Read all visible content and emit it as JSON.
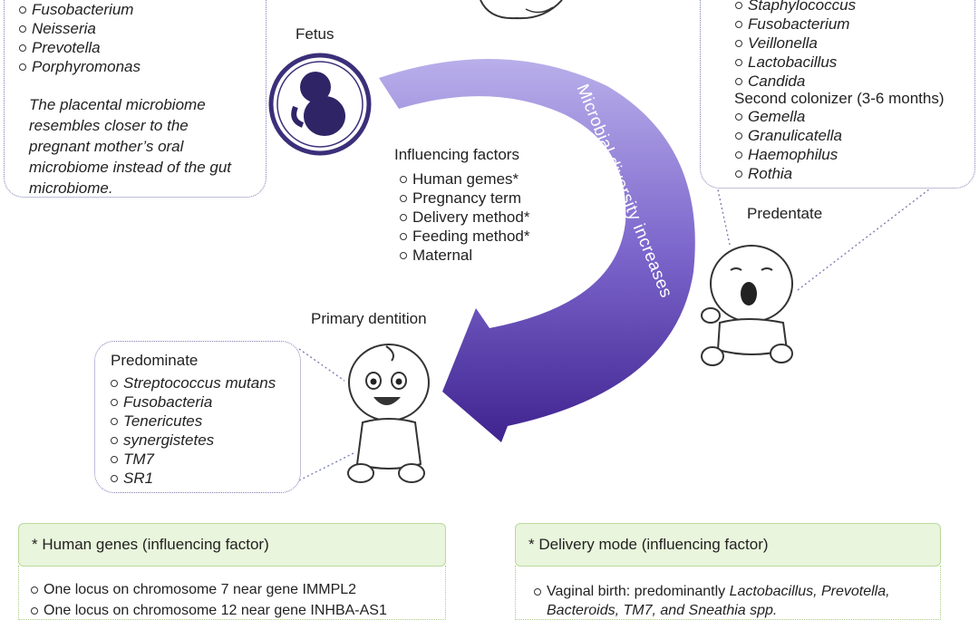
{
  "stages": {
    "fetus": "Fetus",
    "predentate": "Predentate",
    "primary_dentition": "Primary dentition"
  },
  "fetus_box": {
    "items": [
      "Fusobacterium",
      "Neisseria",
      "Prevotella",
      "Porphyromonas"
    ],
    "note_lines": [
      "The placental microbiome",
      "resembles closer to the",
      "pregnant mother’s oral",
      "microbiome instead of the gut",
      "microbiome."
    ]
  },
  "predentate_box": {
    "first_items": [
      "Staphylococcus",
      "Fusobacterium",
      "Veillonella",
      "Lactobacillus",
      "Candida"
    ],
    "second_title": "Second colonizer (3-6 months)",
    "second_items": [
      "Gemella",
      "Granulicatella",
      "Haemophilus",
      "Rothia"
    ]
  },
  "primary_box": {
    "title": "Predominate",
    "items": [
      "Streptococcus mutans",
      "Fusobacteria",
      "Tenericutes",
      "synergistetes",
      "TM7",
      "SR1"
    ]
  },
  "center": {
    "title": "Influencing factors",
    "items": [
      "Human gemes*",
      "Pregnancy term",
      "Delivery method*",
      "Feeding method*",
      "Maternal"
    ]
  },
  "arrow_label": "Microbial diversity increases",
  "bottom_left": {
    "title": "* Human genes (influencing factor)",
    "items": [
      "One locus on chromosome 7 near gene IMMPL2",
      "One locus on chromosome 12 near gene INHBA-AS1"
    ]
  },
  "bottom_right": {
    "title": "* Delivery mode (influencing factor)",
    "line1_prefix": "Vaginal birth: predominantly ",
    "line1_italic": "Lactobacillus, Prevotella,",
    "line2": "Bacteroids, TM7, and Sneathia spp."
  },
  "colors": {
    "arrow_light": "#b3a9e6",
    "arrow_dark": "#4a2c99",
    "fetus_circle": "#3b2f7a",
    "box_border": "#7d7fb3",
    "green_fill": "#e9f5dc",
    "green_border": "#b9d99a"
  },
  "icons": [
    "sleeping-baby-icon",
    "fetus-icon",
    "crying-baby-icon",
    "smiling-toddler-icon"
  ]
}
